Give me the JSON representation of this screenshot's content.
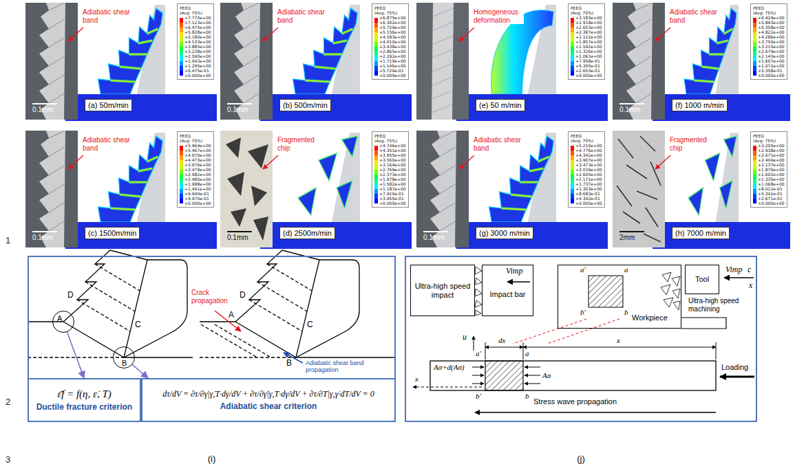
{
  "diagram": {
    "nodes": [
      {
        "text": [
          "PEEQ",
          "(Avg: 75%)",
          "+7.770e+00",
          "+7.123e+00",
          "+6.475e+00",
          "+5.828e+00",
          "+5.180e+00",
          "+4.533e+00",
          "+3.885e+00",
          "+3.238e+00",
          "+2.590e+00",
          "+1.943e+00",
          "+1.295e+00",
          "+6.475e-01",
          "+0.000e+00"
        ]
      },
      {
        "text": [
          "(a) 50m/min"
        ]
      },
      {
        "text": [
          "PEEQ",
          "(Avg: 75%)",
          "+6.875e+00",
          "+6.302e+00",
          "+5.729e+00",
          "+5.156e+00",
          "+4.583e+00",
          "+4.010e+00",
          "+3.438e+00",
          "+2.865e+00",
          "+2.292e+00",
          "+1.719e+00",
          "+1.146e+00",
          "+5.729e-01",
          "+0.000e+00"
        ]
      },
      {
        "text": [
          "(b) 500m/min"
        ]
      },
      {
        "text": [
          "PEEQ",
          "(Avg: 75%)",
          "+3.183e+00",
          "+2.918e+00",
          "+2.653e+00",
          "+2.387e+00",
          "+2.122e+00",
          "+1.857e+00",
          "+1.592e+00",
          "+1.326e+00",
          "+1.061e+00",
          "+7.958e-01",
          "+5.305e-01",
          "+2.653e-01",
          "+0.000e+00"
        ]
      },
      {
        "text": [
          "(e) 50 m/min"
        ]
      },
      {
        "text": [
          "PEEQ",
          "(Avg: 75%)",
          "+6.429e+00",
          "+5.893e+00",
          "+5.358e+00",
          "+4.822e+00",
          "+4.286e+00",
          "+3.750e+00",
          "+3.215e+00",
          "+2.679e+00",
          "+2.143e+00",
          "+1.607e+00",
          "+1.072e+00",
          "+5.358e-01",
          "+0.000e+00"
        ]
      },
      {
        "text": [
          "(f) 1000 m/min"
        ]
      },
      {
        "text": [
          "PEEQ",
          "(Avg: 75%)",
          "+5.964e+00",
          "+5.467e+00",
          "+4.970e+00",
          "+4.473e+00",
          "+3.976e+00",
          "+3.479e+00",
          "+2.982e+00",
          "+2.485e+00",
          "+1.988e+00",
          "+1.491e+00",
          "+9.940e-01",
          "+4.970e-01",
          "+0.000e+00"
        ]
      },
      {
        "text": [
          "(c) 1500m/min"
        ]
      },
      {
        "text": [
          "PEEQ",
          "(Avg: 75%)",
          "+4.746e+00",
          "+4.351e+00",
          "+3.955e+00",
          "+3.560e+00",
          "+3.164e+00",
          "+2.769e+00",
          "+2.373e+00",
          "+1.978e+00",
          "+1.582e+00",
          "+1.187e+00",
          "+7.910e-01",
          "+3.955e-01",
          "+0.000e+00"
        ]
      },
      {
        "text": [
          "(d) 2500m/min"
        ]
      },
      {
        "text": [
          "PEEQ",
          "(Avg: 75%)",
          "+5.210e+00",
          "+4.776e+00",
          "+4.342e+00",
          "+3.907e+00",
          "+3.473e+00",
          "+3.039e+00",
          "+2.605e+00",
          "+2.171e+00",
          "+1.737e+00",
          "+1.303e+00",
          "+8.683e-01",
          "+4.342e-01",
          "+0.000e+00"
        ]
      },
      {
        "text": [
          "(g) 3000 m/min"
        ]
      },
      {
        "text": [
          "PEEQ",
          "(Avg: 75%)",
          "+3.205e+00",
          "+2.938e+00",
          "+2.671e+00",
          "+2.404e+00",
          "+2.137e+00",
          "+1.870e+00",
          "+1.602e+00",
          "+1.335e+00",
          "+1.068e+00",
          "+8.012e-01",
          "+5.342e-01",
          "+2.671e-01",
          "+0.000e+00"
        ]
      },
      {
        "text": [
          "(h) 7000 m/min"
        ]
      },
      {
        "text": [
          "(i)"
        ]
      },
      {
        "text": [
          "A"
        ],
        "in": 16
      },
      {
        "text": [
          "B"
        ],
        "in": 16
      },
      {
        "text": [
          "ε̄f = f(η, ε̇, T)",
          "Ductile fracture criterion"
        ],
        "in": 16
      },
      {
        "text": [
          "dτ/dV = ∂τ/∂γ|γ̇,T·dγ/dV + ∂τ/∂γ̇|γ,T·dγ̇/dV + ∂τ/∂T|γ,γ̇·dT/dV = 0",
          "Adiabatic shear criterion"
        ],
        "in": 16
      },
      {
        "text": [
          "(j)"
        ]
      },
      {
        "text": [
          "Ultra-high speed impact"
        ],
        "in": 21
      },
      {
        "text": [
          "Vimp",
          "Impact bar"
        ],
        "in": 21
      },
      {
        "text": [
          "Workpiece"
        ],
        "in": 21
      },
      {
        "text": [
          "Tool"
        ],
        "in": 21
      }
    ],
    "edges": [
      {
        "from": 17,
        "to": 19,
        "arrow": "to"
      },
      {
        "from": 18,
        "to": 20,
        "arrow": "to"
      }
    ],
    "labels": [
      "1",
      "2",
      "3",
      "Adiabatic shear band",
      "0.1mm",
      "Adiabatic shear band",
      "0.1mm",
      "Homogeneous deformation",
      "Adiabatic shear band",
      "0.1mm",
      "Adiabatic shear band",
      "0.1mm",
      "Fragmented chip",
      "0.1mm",
      "Adiabatic shear band",
      "0.1mm",
      "Fragmented chip",
      "2mm",
      "D",
      "C",
      "Crack propagation",
      "A",
      "D",
      "C",
      "B",
      "Adiabatic shear band propagation",
      "Vimp",
      "c",
      "x",
      "a'",
      "a",
      "b'",
      "b",
      "Ultra-high speed machining",
      "u",
      "dx",
      "x",
      "x",
      "a'",
      "a",
      "b'",
      "b",
      "Aσ+d(Aσ)",
      "Aσ",
      "Loading",
      "Stress wave propagation"
    ]
  }
}
